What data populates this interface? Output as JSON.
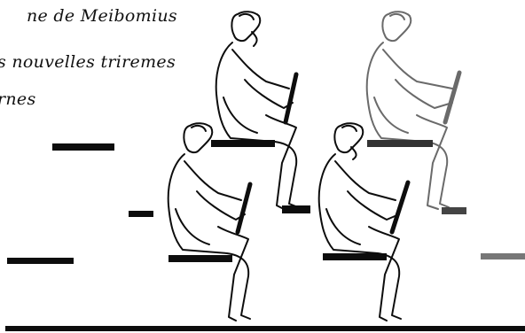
{
  "caption": {
    "line1": "ne de Meibomius",
    "line2": "s nouvelles triremes",
    "line3": "rnes"
  },
  "figures": [
    {
      "name": "rower-upper-left",
      "shade": "black"
    },
    {
      "name": "rower-upper-right",
      "shade": "faded"
    },
    {
      "name": "rower-lower-left",
      "shade": "black"
    },
    {
      "name": "rower-lower-right",
      "shade": "black"
    }
  ],
  "colors": {
    "ink": "#0d0d0d",
    "faded_ink": "#777777",
    "paper": "#ffffff"
  }
}
